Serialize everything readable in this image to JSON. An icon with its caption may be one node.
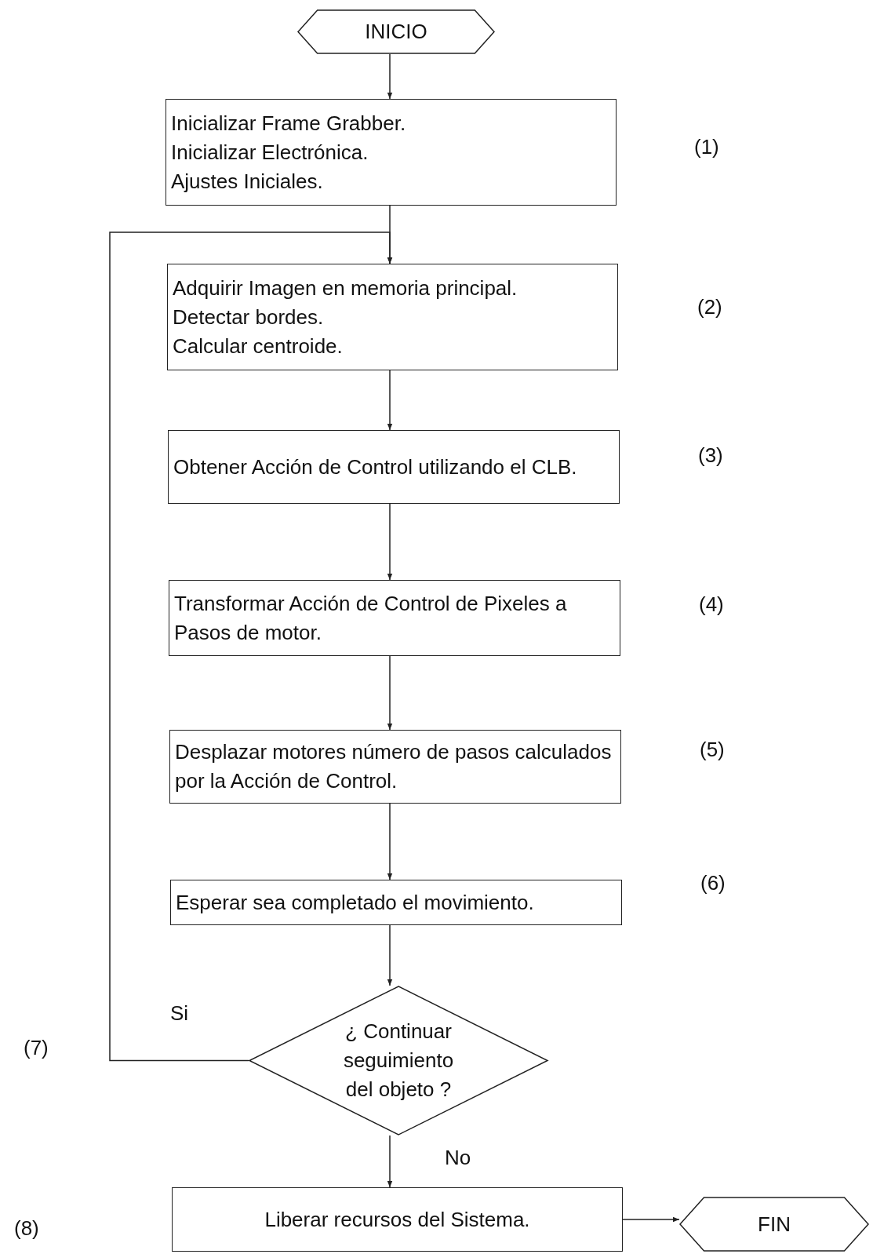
{
  "diagram": {
    "nodes": [
      {
        "text": [
          "INICIO"
        ]
      },
      {
        "text": [
          "Inicializar Frame Grabber.",
          "Inicializar Electrónica.",
          "Ajustes Iniciales."
        ],
        "beside": [
          "(1)"
        ]
      },
      {
        "text": [
          "Adquirir  Imagen en memoria principal.",
          "Detectar bordes.",
          "Calcular centroide."
        ],
        "beside": [
          "(2)"
        ]
      },
      {
        "text": [
          "Obtener Acción de Control utilizando el CLB."
        ],
        "beside": [
          "(3)"
        ]
      },
      {
        "text": [
          "Transformar Acción de Control de Pixeles a Pasos de motor."
        ],
        "beside": [
          "(4)"
        ]
      },
      {
        "text": [
          "Desplazar motores número de pasos calculados por la Acción de Control."
        ],
        "beside": [
          "(5)"
        ]
      },
      {
        "text": [
          "Esperar sea completado el movimiento."
        ],
        "beside": [
          "(6)"
        ]
      },
      {
        "text": [
          "¿ Continuar seguimiento del objeto ?"
        ]
      },
      {
        "text": [
          "Liberar recursos del Sistema."
        ]
      },
      {
        "text": [
          "FIN"
        ]
      }
    ],
    "edges": [
      {
        "from": 0,
        "to": 1,
        "arrow": "to"
      },
      {
        "from": 1,
        "to": 2,
        "arrow": "to"
      },
      {
        "from": 2,
        "to": 3,
        "arrow": "to"
      },
      {
        "from": 3,
        "to": 4,
        "arrow": "to"
      },
      {
        "from": 4,
        "to": 5,
        "arrow": "to"
      },
      {
        "from": 5,
        "to": 6,
        "arrow": "to"
      },
      {
        "from": 6,
        "to": 7,
        "arrow": "to"
      },
      {
        "from": 7,
        "to": 2,
        "arrow": "to",
        "label": "Si"
      },
      {
        "from": 7,
        "to": 8,
        "arrow": "to",
        "label": "No"
      },
      {
        "from": 8,
        "to": 9,
        "arrow": "to"
      }
    ],
    "labels": [
      "(7)",
      "(8)"
    ]
  }
}
